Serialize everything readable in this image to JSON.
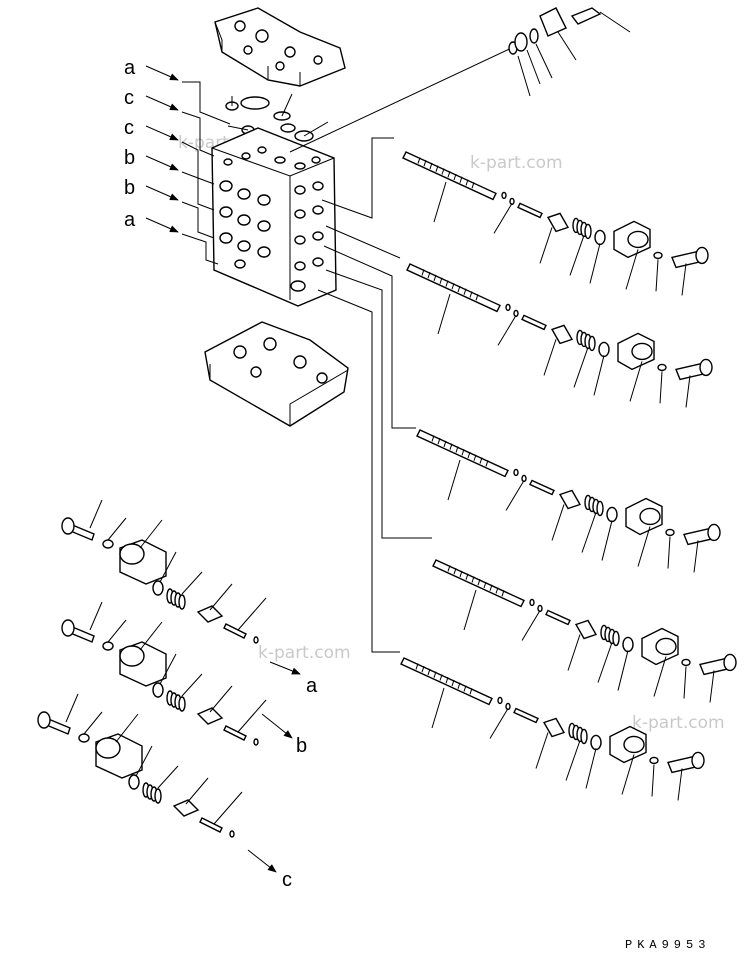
{
  "callout_labels": {
    "left": [
      "a",
      "c",
      "c",
      "b",
      "b",
      "a"
    ],
    "bottom": [
      "a",
      "b",
      "c"
    ]
  },
  "watermarks": [
    "k-part.com",
    "k-part.com",
    "k-part.com",
    "k-part.com"
  ],
  "figure_code": "PKA9953"
}
